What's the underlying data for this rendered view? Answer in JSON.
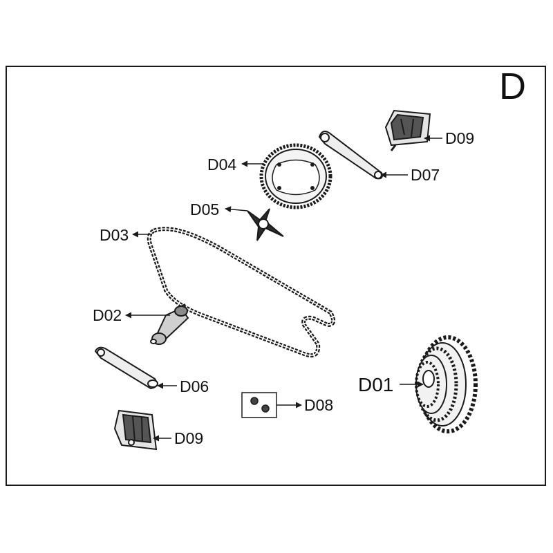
{
  "section_letter": "D",
  "labels": {
    "d01": "D01",
    "d02": "D02",
    "d03": "D03",
    "d04": "D04",
    "d05": "D05",
    "d06": "D06",
    "d07": "D07",
    "d08": "D08",
    "d09_top": "D09",
    "d09_bottom": "D09"
  },
  "colors": {
    "line": "#1a1a1a",
    "fill_dark": "#2b2b2b",
    "fill_mid": "#8a8a8a",
    "fill_light": "#d9d9d9"
  }
}
